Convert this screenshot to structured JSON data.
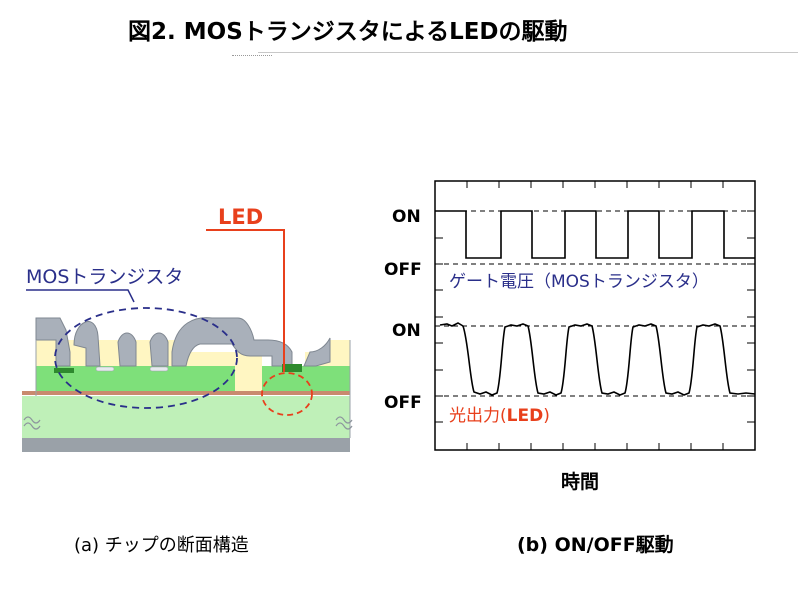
{
  "title": "図2. MOSトランジスタによるLEDの駆動",
  "panel_a": {
    "caption": "(a) チップの断面構造",
    "mos_label": "MOSトランジスタ",
    "led_label": "LED"
  },
  "panel_b": {
    "caption": "(b) ON/OFF駆動",
    "xlabel": "時間",
    "top_trace": {
      "on_label": "ON",
      "off_label": "OFF",
      "name": "ゲート電圧（MOSトランジスタ）"
    },
    "bottom_trace": {
      "on_label": "ON",
      "off_label": "OFF",
      "name_prefix": "光出力(",
      "name_led": "LED",
      "name_suffix": ")"
    }
  },
  "colors": {
    "led_red": "#e8401c",
    "mos_blue": "#2a2f8a",
    "green": "#7ee07a",
    "light_green": "#bff0b8"
  },
  "chart_data": {
    "type": "line",
    "title": "",
    "xlabel": "時間",
    "ylabel": "",
    "series": [
      {
        "name": "ゲート電圧（MOSトランジスタ）",
        "levels": [
          "OFF",
          "ON"
        ],
        "pulses": 5
      },
      {
        "name": "光出力(LED)",
        "levels": [
          "OFF",
          "ON"
        ],
        "pulses": 5
      }
    ]
  }
}
